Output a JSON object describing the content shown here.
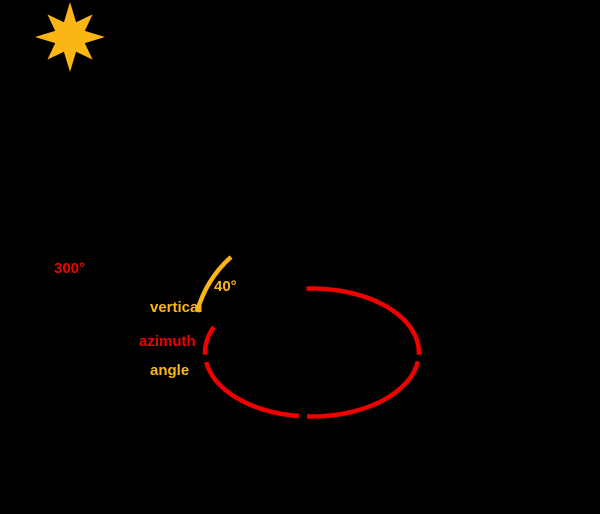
{
  "diagram": {
    "title": "sun position diagram",
    "background_color": "#000000",
    "colors": {
      "red": "#f20000",
      "yellow": "#fbb615"
    },
    "sun": {
      "icon": "sun-star-icon",
      "color": "#fbb615"
    },
    "labels": {
      "azimuth_value": "300°",
      "vertical_angle_line1": "vertical",
      "vertical_angle_line2": "angle",
      "vertical_angle_value": "40°",
      "azimuth_label": "azimuth"
    }
  }
}
